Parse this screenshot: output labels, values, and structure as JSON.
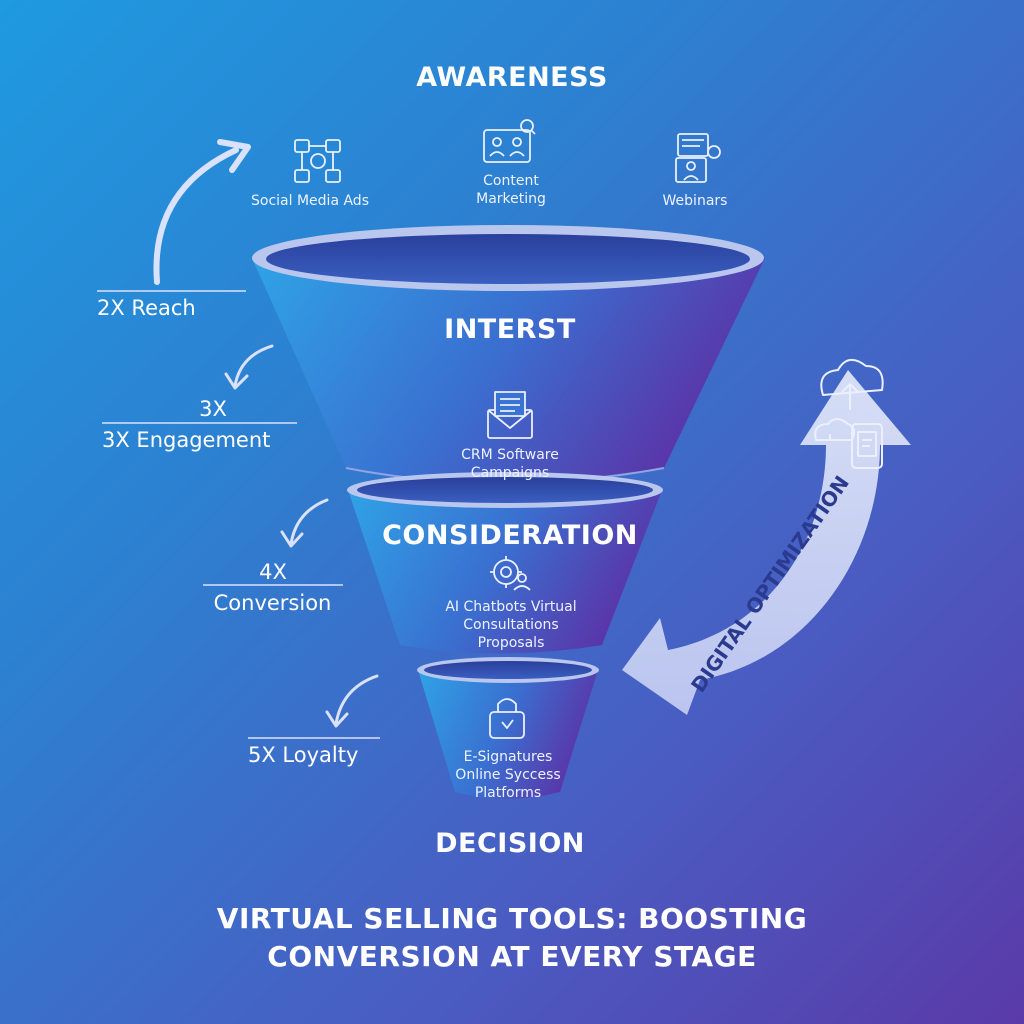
{
  "title": {
    "line1": "VIRTUAL SELLING TOOLS: BOOSTING",
    "line2": "CONVERSION AT EVERY STAGE"
  },
  "stages": {
    "awareness": {
      "label": "AWARENESS",
      "tools": [
        {
          "label": "Social Media Ads",
          "icon": "social-network-icon"
        },
        {
          "label": "Content Marketing",
          "icon": "video-meeting-icon"
        },
        {
          "label": "Webinars",
          "icon": "webinar-icon"
        }
      ]
    },
    "interest": {
      "label": "INTERST",
      "icon": "envelope-icon",
      "tools": "CRM Software Campaigns"
    },
    "consideration": {
      "label": "CONSIDERATION",
      "icon": "chatbot-gear-icon",
      "tools": "AI Chatbots Virtual Consultations Proposals"
    },
    "decision": {
      "label": "DECISION",
      "icon": "padlock-icon",
      "tools": "E-Signatures Online Syccess Platforms"
    }
  },
  "metrics": {
    "reach": "2X Reach",
    "engagement_num": "3X",
    "engagement": "3X Engagement",
    "conversion_num": "4X",
    "conversion": "Conversion",
    "loyalty": "5X Loyalty"
  },
  "optimization": {
    "label": "DIGITAL OPTIMIZATION",
    "icons": [
      "cloud-upload-icon",
      "cloud-icon",
      "mobile-phone-icon"
    ]
  },
  "colors": {
    "funnel_light": "#2fa3e6",
    "funnel_dark": "#5a35a8",
    "rim": "#b9c6ee",
    "arrow": "#cfd8f4",
    "text": "#ffffff"
  }
}
